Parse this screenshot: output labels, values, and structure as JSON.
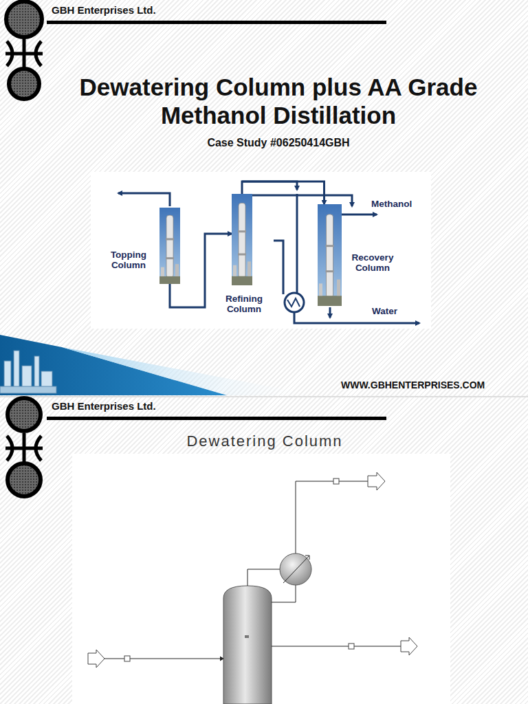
{
  "diagram": {
    "title": "Dewatering Column plus AA Grade Methanol Distillation",
    "nodes": [
      {
        "text": [
          "Topping Column"
        ]
      },
      {
        "text": [
          "Refining Column"
        ]
      },
      {
        "text": [
          "Recovery Column"
        ]
      }
    ],
    "edges": [
      {
        "from": 0,
        "to": 1,
        "arrow": "to"
      },
      {
        "from": 1,
        "to": 2,
        "arrow": "to"
      }
    ],
    "labels": [
      "GBH Enterprises Ltd.",
      "Case Study #06250414GBH",
      "Methanol",
      "Water",
      "WWW.GBHENTERPRISES.COM",
      "GBH Enterprises Ltd.",
      "Dewatering Column"
    ]
  }
}
